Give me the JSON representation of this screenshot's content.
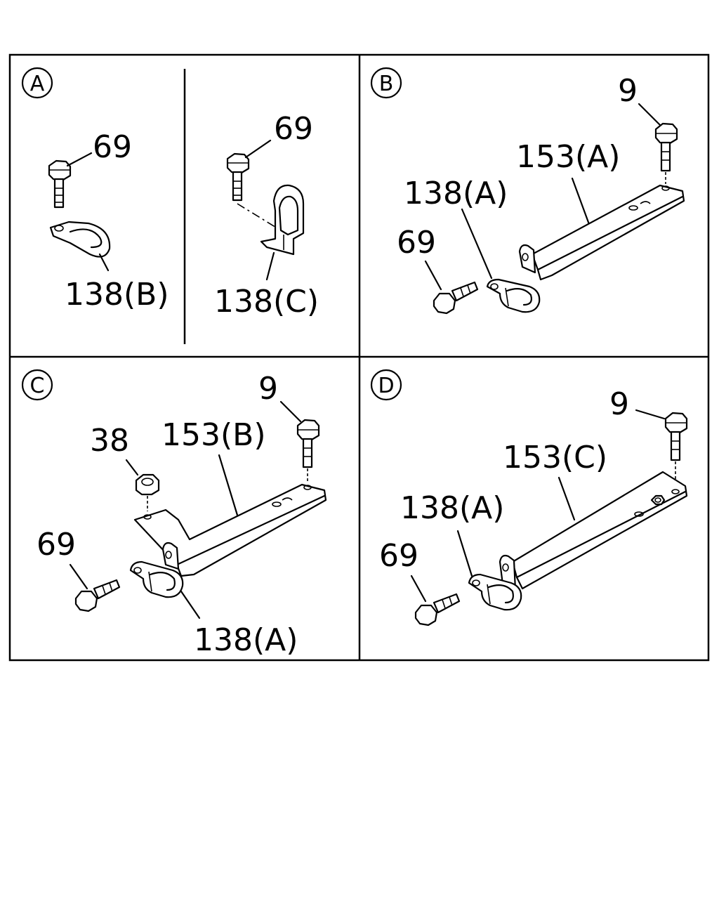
{
  "panels": {
    "A": {
      "callout": "A",
      "left": {
        "bolt_label": "69",
        "clip_label": "138(B)"
      },
      "right": {
        "bolt_label": "69",
        "clip_label": "138(C)"
      }
    },
    "B": {
      "callout": "B",
      "bolt_top_label": "9",
      "bracket_label": "153(A)",
      "clip_label": "138(A)",
      "bolt_bottom_label": "69"
    },
    "C": {
      "callout": "C",
      "bolt_top_label": "9",
      "nut_label": "38",
      "bracket_label": "153(B)",
      "bolt_bottom_label": "69",
      "clip_label": "138(A)"
    },
    "D": {
      "callout": "D",
      "bolt_top_label": "9",
      "bracket_label": "153(C)",
      "clip_label": "138(A)",
      "bolt_bottom_label": "69"
    }
  }
}
